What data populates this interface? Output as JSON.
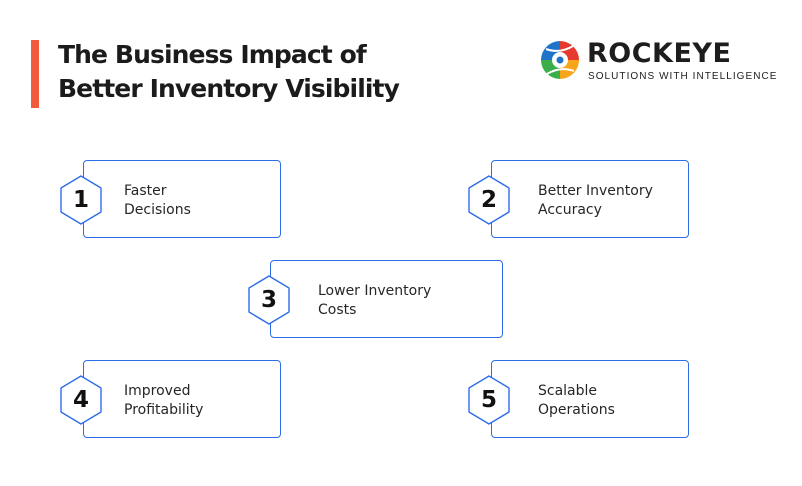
{
  "header": {
    "title_line1": "The Business Impact of",
    "title_line2": "Better Inventory Visibility",
    "accent_color": "#f15a3d"
  },
  "logo": {
    "name": "ROCKEYE",
    "tagline": "SOLUTIONS WITH INTELLIGENCE",
    "mark_icon": "swirl-eye-icon",
    "mark_colors": [
      "#e63a2e",
      "#f7a51b",
      "#3cae49",
      "#1f73c9"
    ]
  },
  "impacts": [
    {
      "number": "1",
      "line1": "Faster",
      "line2": "Decisions"
    },
    {
      "number": "2",
      "line1": "Better Inventory",
      "line2": "Accuracy"
    },
    {
      "number": "3",
      "line1": "Lower Inventory",
      "line2": "Costs"
    },
    {
      "number": "4",
      "line1": "Improved",
      "line2": "Profitability"
    },
    {
      "number": "5",
      "line1": "Scalable",
      "line2": "Operations"
    }
  ],
  "colors": {
    "card_border": "#2d6ee8",
    "hex_border": "#2d6ee8"
  }
}
